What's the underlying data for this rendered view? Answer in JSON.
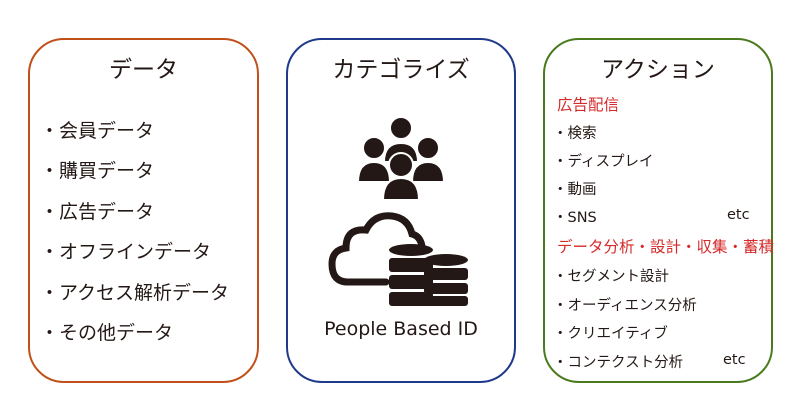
{
  "data_box": {
    "title": "データ",
    "items": [
      "・会員データ",
      "・購買データ",
      "・広告データ",
      "・オフラインデータ",
      "・アクセス解析データ",
      "・その他データ"
    ]
  },
  "category_box": {
    "title": "カテゴライズ",
    "icons": [
      "people-group-icon",
      "cloud-database-icon"
    ],
    "label": "People Based ID"
  },
  "action_box": {
    "title": "アクション",
    "section1": {
      "heading": "広告配信",
      "items": [
        "・検索",
        "・ディスプレイ",
        "・動画",
        "・SNS"
      ],
      "etc": "etc"
    },
    "section2": {
      "heading": "データ分析・設計・収集・蓄積",
      "items": [
        "・セグメント設計",
        "・オーディエンス分析",
        "・クリエイティブ",
        "・コンテクスト分析"
      ],
      "etc": "etc"
    }
  },
  "colors": {
    "data_border": "#c0501a",
    "category_border": "#1f3a8a",
    "action_border": "#4a7a1e",
    "heading_red": "#d42a2a"
  }
}
